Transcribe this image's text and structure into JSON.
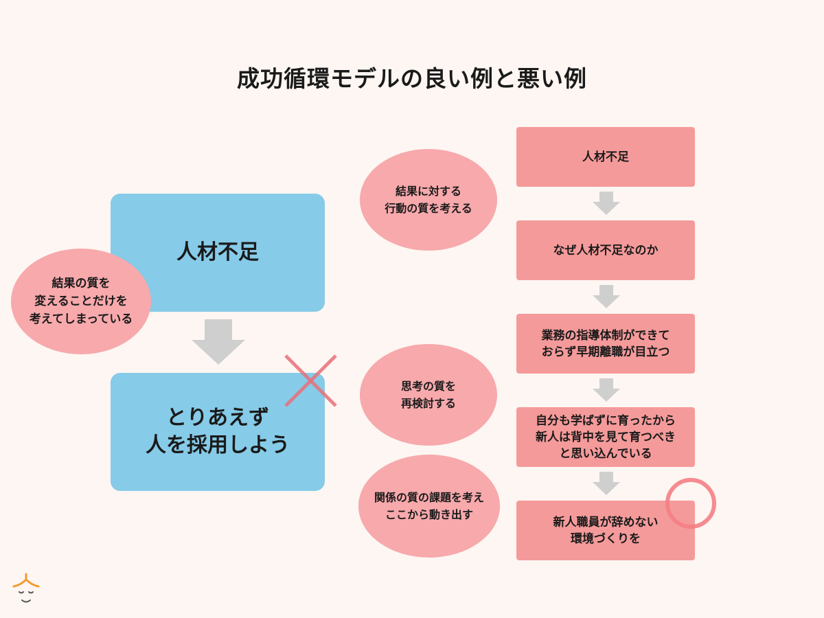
{
  "title": "成功循環モデルの良い例と悪い例",
  "left": {
    "top_box": "人材不足",
    "bottom_box": "とりあえず\n人を採用しよう",
    "bubble": "結果の質を\n変えることだけを\n考えてしまっている",
    "cross_mark_color": "#e8707a"
  },
  "right": {
    "steps": [
      "人材不足",
      "なぜ人材不足なのか",
      "業務の指導体制ができて\nおらず早期離職が目立つ",
      "自分も学ばずに育ったから\n新人は背中を見て育つべき\nと思い込んでいる",
      "新人職員が辞めない\n環境づくりを"
    ],
    "bubbles": [
      "結果に対する\n行動の質を考える",
      "思考の質を\n再検討する",
      "関係の質の課題を考え\nここから動き出す"
    ],
    "circle_mark_color": "#f47f85"
  },
  "colors": {
    "background": "#fdf6f2",
    "blue_box": "#86cbe8",
    "red_box": "#f59a9a",
    "bubble": "#f7a9ac",
    "arrow": "#cfcfcf"
  },
  "logo_icon": "person-face-logo"
}
